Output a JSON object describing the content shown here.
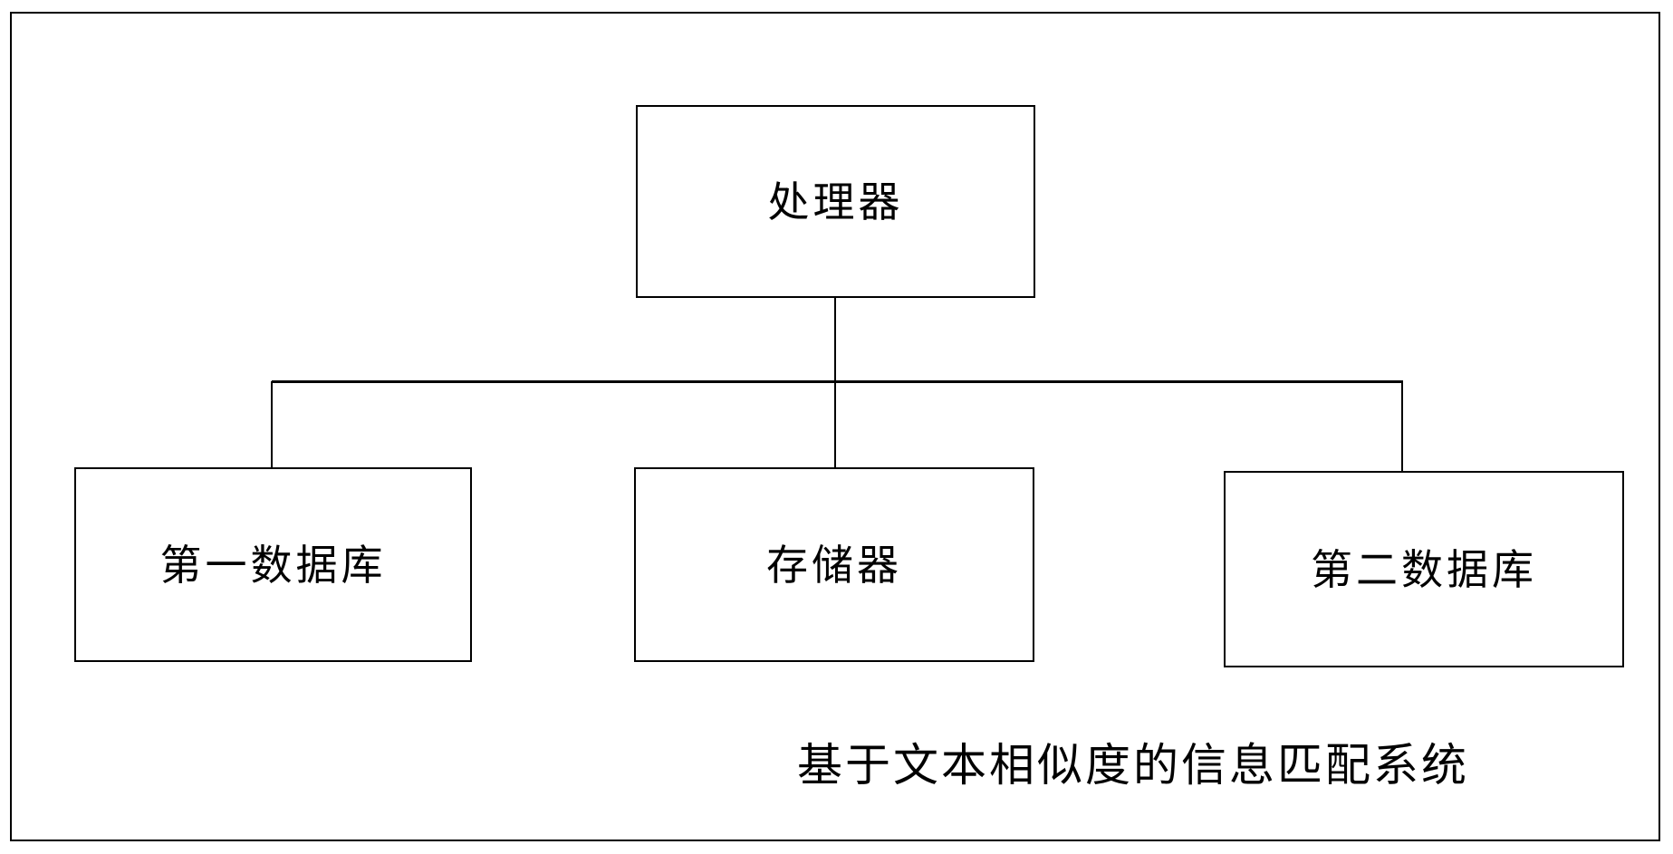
{
  "figure": {
    "caption": "基于文本相似度的信息匹配系统",
    "frame_color": "#000000",
    "background_color": "#ffffff"
  },
  "diagram": {
    "type": "block-diagram",
    "nodes": [
      {
        "id": "processor",
        "label": "处理器",
        "role": "top"
      },
      {
        "id": "first-database",
        "label": "第一数据库",
        "role": "child"
      },
      {
        "id": "memory",
        "label": "存储器",
        "role": "child"
      },
      {
        "id": "second-database",
        "label": "第二数据库",
        "role": "child"
      }
    ],
    "connections": [
      {
        "from": "processor",
        "to": "bus"
      },
      {
        "from": "bus",
        "to": "first-database"
      },
      {
        "from": "bus",
        "to": "memory"
      },
      {
        "from": "bus",
        "to": "second-database"
      }
    ]
  }
}
